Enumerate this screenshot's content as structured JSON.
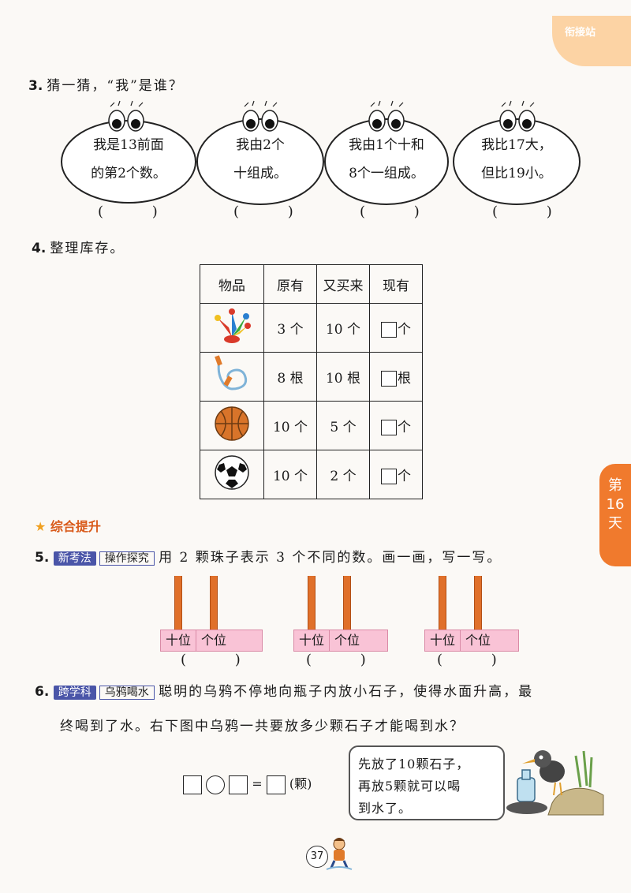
{
  "corner_label": "衔接站",
  "q3": {
    "number": "3.",
    "title": "猜一猜，“我”是谁？",
    "bubbles": [
      {
        "line1": "我是13前面",
        "line2": "的第2个数。",
        "answer": "(    )"
      },
      {
        "line1": "我由2个",
        "line2": "十组成。",
        "answer": "(    )"
      },
      {
        "line1": "我由1个十和",
        "line2": "8个一组成。",
        "answer": "(    )"
      },
      {
        "line1": "我比17大，",
        "line2": "但比19小。",
        "answer": "(    )"
      }
    ]
  },
  "q4": {
    "number": "4.",
    "title": "整理库存。",
    "headers": [
      "物品",
      "原有",
      "又买来",
      "现有"
    ],
    "rows": [
      {
        "item_icon": "jester-hat-icon",
        "original": "3 个",
        "bought": "10 个",
        "unit": "个"
      },
      {
        "item_icon": "jump-rope-icon",
        "original": "8 根",
        "bought": "10 根",
        "unit": "根"
      },
      {
        "item_icon": "basketball-icon",
        "original": "10 个",
        "bought": "5 个",
        "unit": "个"
      },
      {
        "item_icon": "soccer-ball-icon",
        "original": "10 个",
        "bought": "2 个",
        "unit": "个"
      }
    ]
  },
  "section_title": "综合提升",
  "side_tab": {
    "line1": "第",
    "line2": "16",
    "line3": "天"
  },
  "q5": {
    "number": "5.",
    "tag1": "新考法",
    "tag2": "操作探究",
    "text": "用 2 颗珠子表示 3 个不同的数。画一画，写一写。",
    "abaci": [
      {
        "tens": "十位",
        "ones": "个位",
        "answer": "(    )"
      },
      {
        "tens": "十位",
        "ones": "个位",
        "answer": "(    )"
      },
      {
        "tens": "十位",
        "ones": "个位",
        "answer": "(    )"
      }
    ]
  },
  "q6": {
    "number": "6.",
    "tag1": "跨学科",
    "tag2": "乌鸦喝水",
    "text_line1": "聪明的乌鸦不停地向瓶子内放小石子，使得水面升高，最",
    "text_line2": "终喝到了水。右下图中乌鸦一共要放多少颗石子才能喝到水？",
    "equation_unit": "(颗)",
    "equals": "=",
    "speech": [
      "先放了10颗石子，",
      "再放5颗就可以喝",
      "到水了。"
    ]
  },
  "page_number": "37"
}
